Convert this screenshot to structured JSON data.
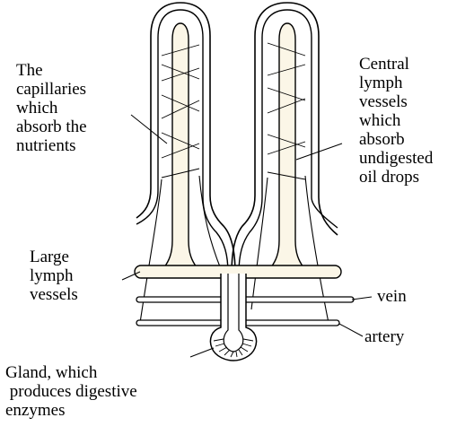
{
  "labels": {
    "capillaries": [
      "The",
      "capillaries",
      "which",
      "absorb the",
      "nutrients"
    ],
    "central_lymph": [
      "Central",
      "lymph",
      "vessels",
      "which",
      "absorb",
      "undigested",
      "oil drops"
    ],
    "large_lymph": [
      "Large",
      "lymph",
      "vessels"
    ],
    "vein": "vein",
    "artery": "artery",
    "gland": [
      "Gland, which",
      " produces digestive",
      "enzymes"
    ]
  },
  "colors": {
    "outline": "#000000",
    "lacteal_fill": "#fbf6e7",
    "background": "#ffffff"
  }
}
